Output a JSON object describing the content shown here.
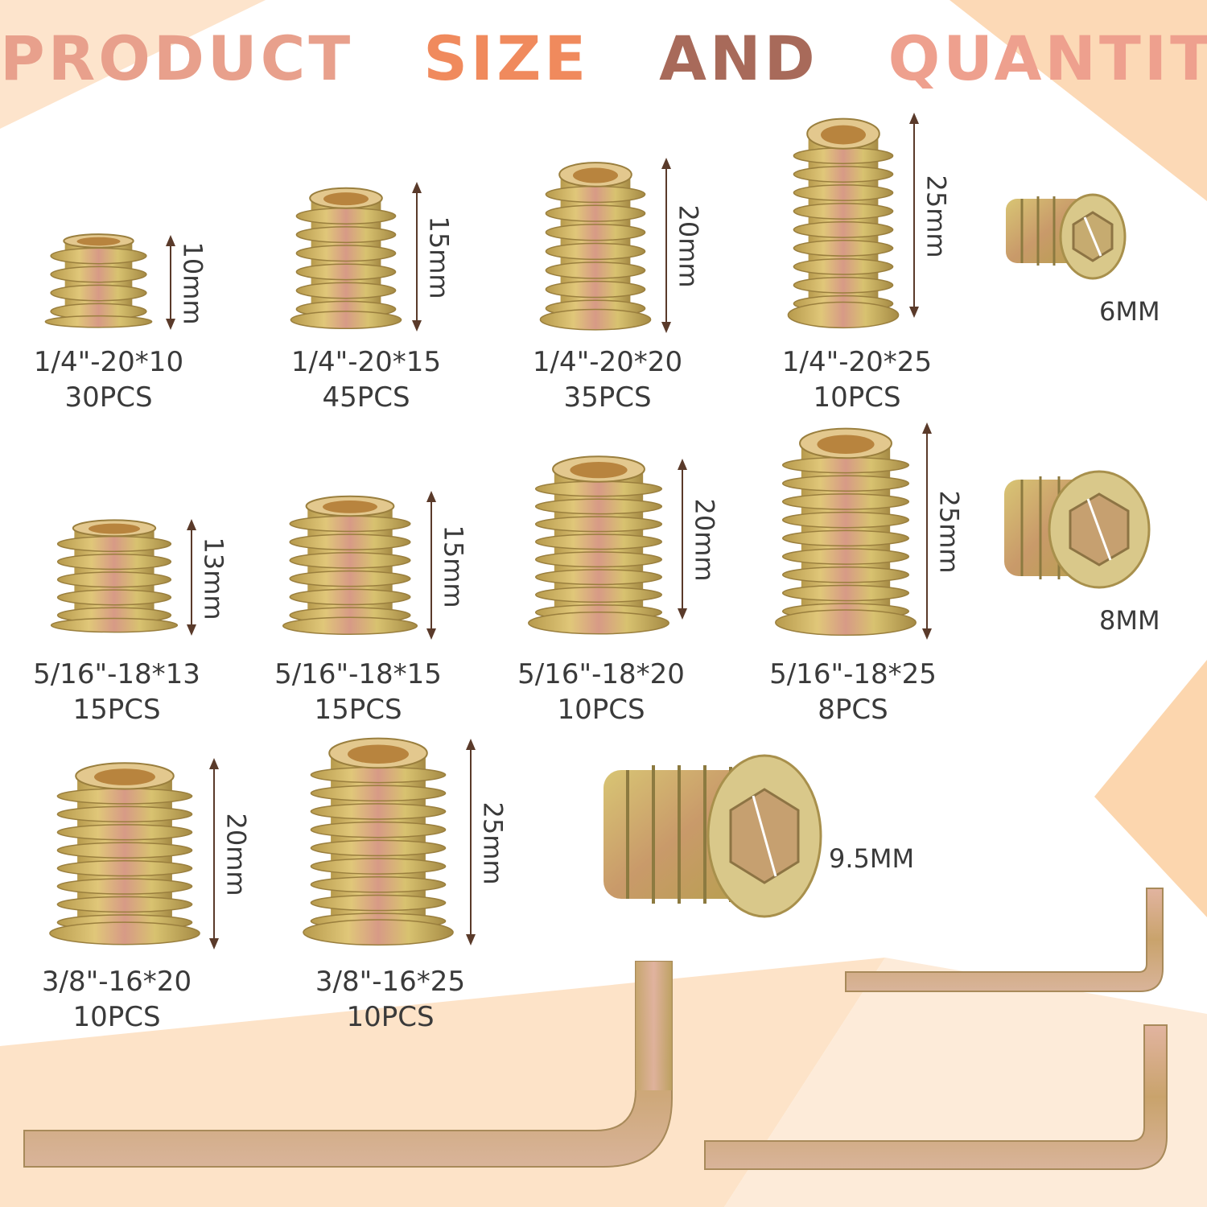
{
  "title": {
    "words": [
      "PRODUCT",
      "SIZE",
      "AND",
      "QUANTITY"
    ],
    "colors": [
      "#e8a08c",
      "#f08a5d",
      "#a86a5a",
      "#eea08e"
    ]
  },
  "inserts": [
    {
      "spec": "1/4\"-20*10",
      "qty": "30PCS",
      "length": "10mm"
    },
    {
      "spec": "1/4\"-20*15",
      "qty": "45PCS",
      "length": "15mm"
    },
    {
      "spec": "1/4\"-20*20",
      "qty": "35PCS",
      "length": "20mm"
    },
    {
      "spec": "1/4\"-20*25",
      "qty": "10PCS",
      "length": "25mm"
    },
    {
      "spec": "5/16\"-18*13",
      "qty": "15PCS",
      "length": "13mm"
    },
    {
      "spec": "5/16\"-18*15",
      "qty": "15PCS",
      "length": "15mm"
    },
    {
      "spec": "5/16\"-18*20",
      "qty": "10PCS",
      "length": "20mm"
    },
    {
      "spec": "5/16\"-18*25",
      "qty": "8PCS",
      "length": "25mm"
    },
    {
      "spec": "3/8\"-16*20",
      "qty": "10PCS",
      "length": "20mm"
    },
    {
      "spec": "3/8\"-16*25",
      "qty": "10PCS",
      "length": "25mm"
    }
  ],
  "hex_sizes": [
    "6MM",
    "8MM",
    "9.5MM"
  ],
  "colors": {
    "accent_peach": "#fbd6b2",
    "metal": "#c9b25a",
    "arrow": "#5a3a2a"
  }
}
